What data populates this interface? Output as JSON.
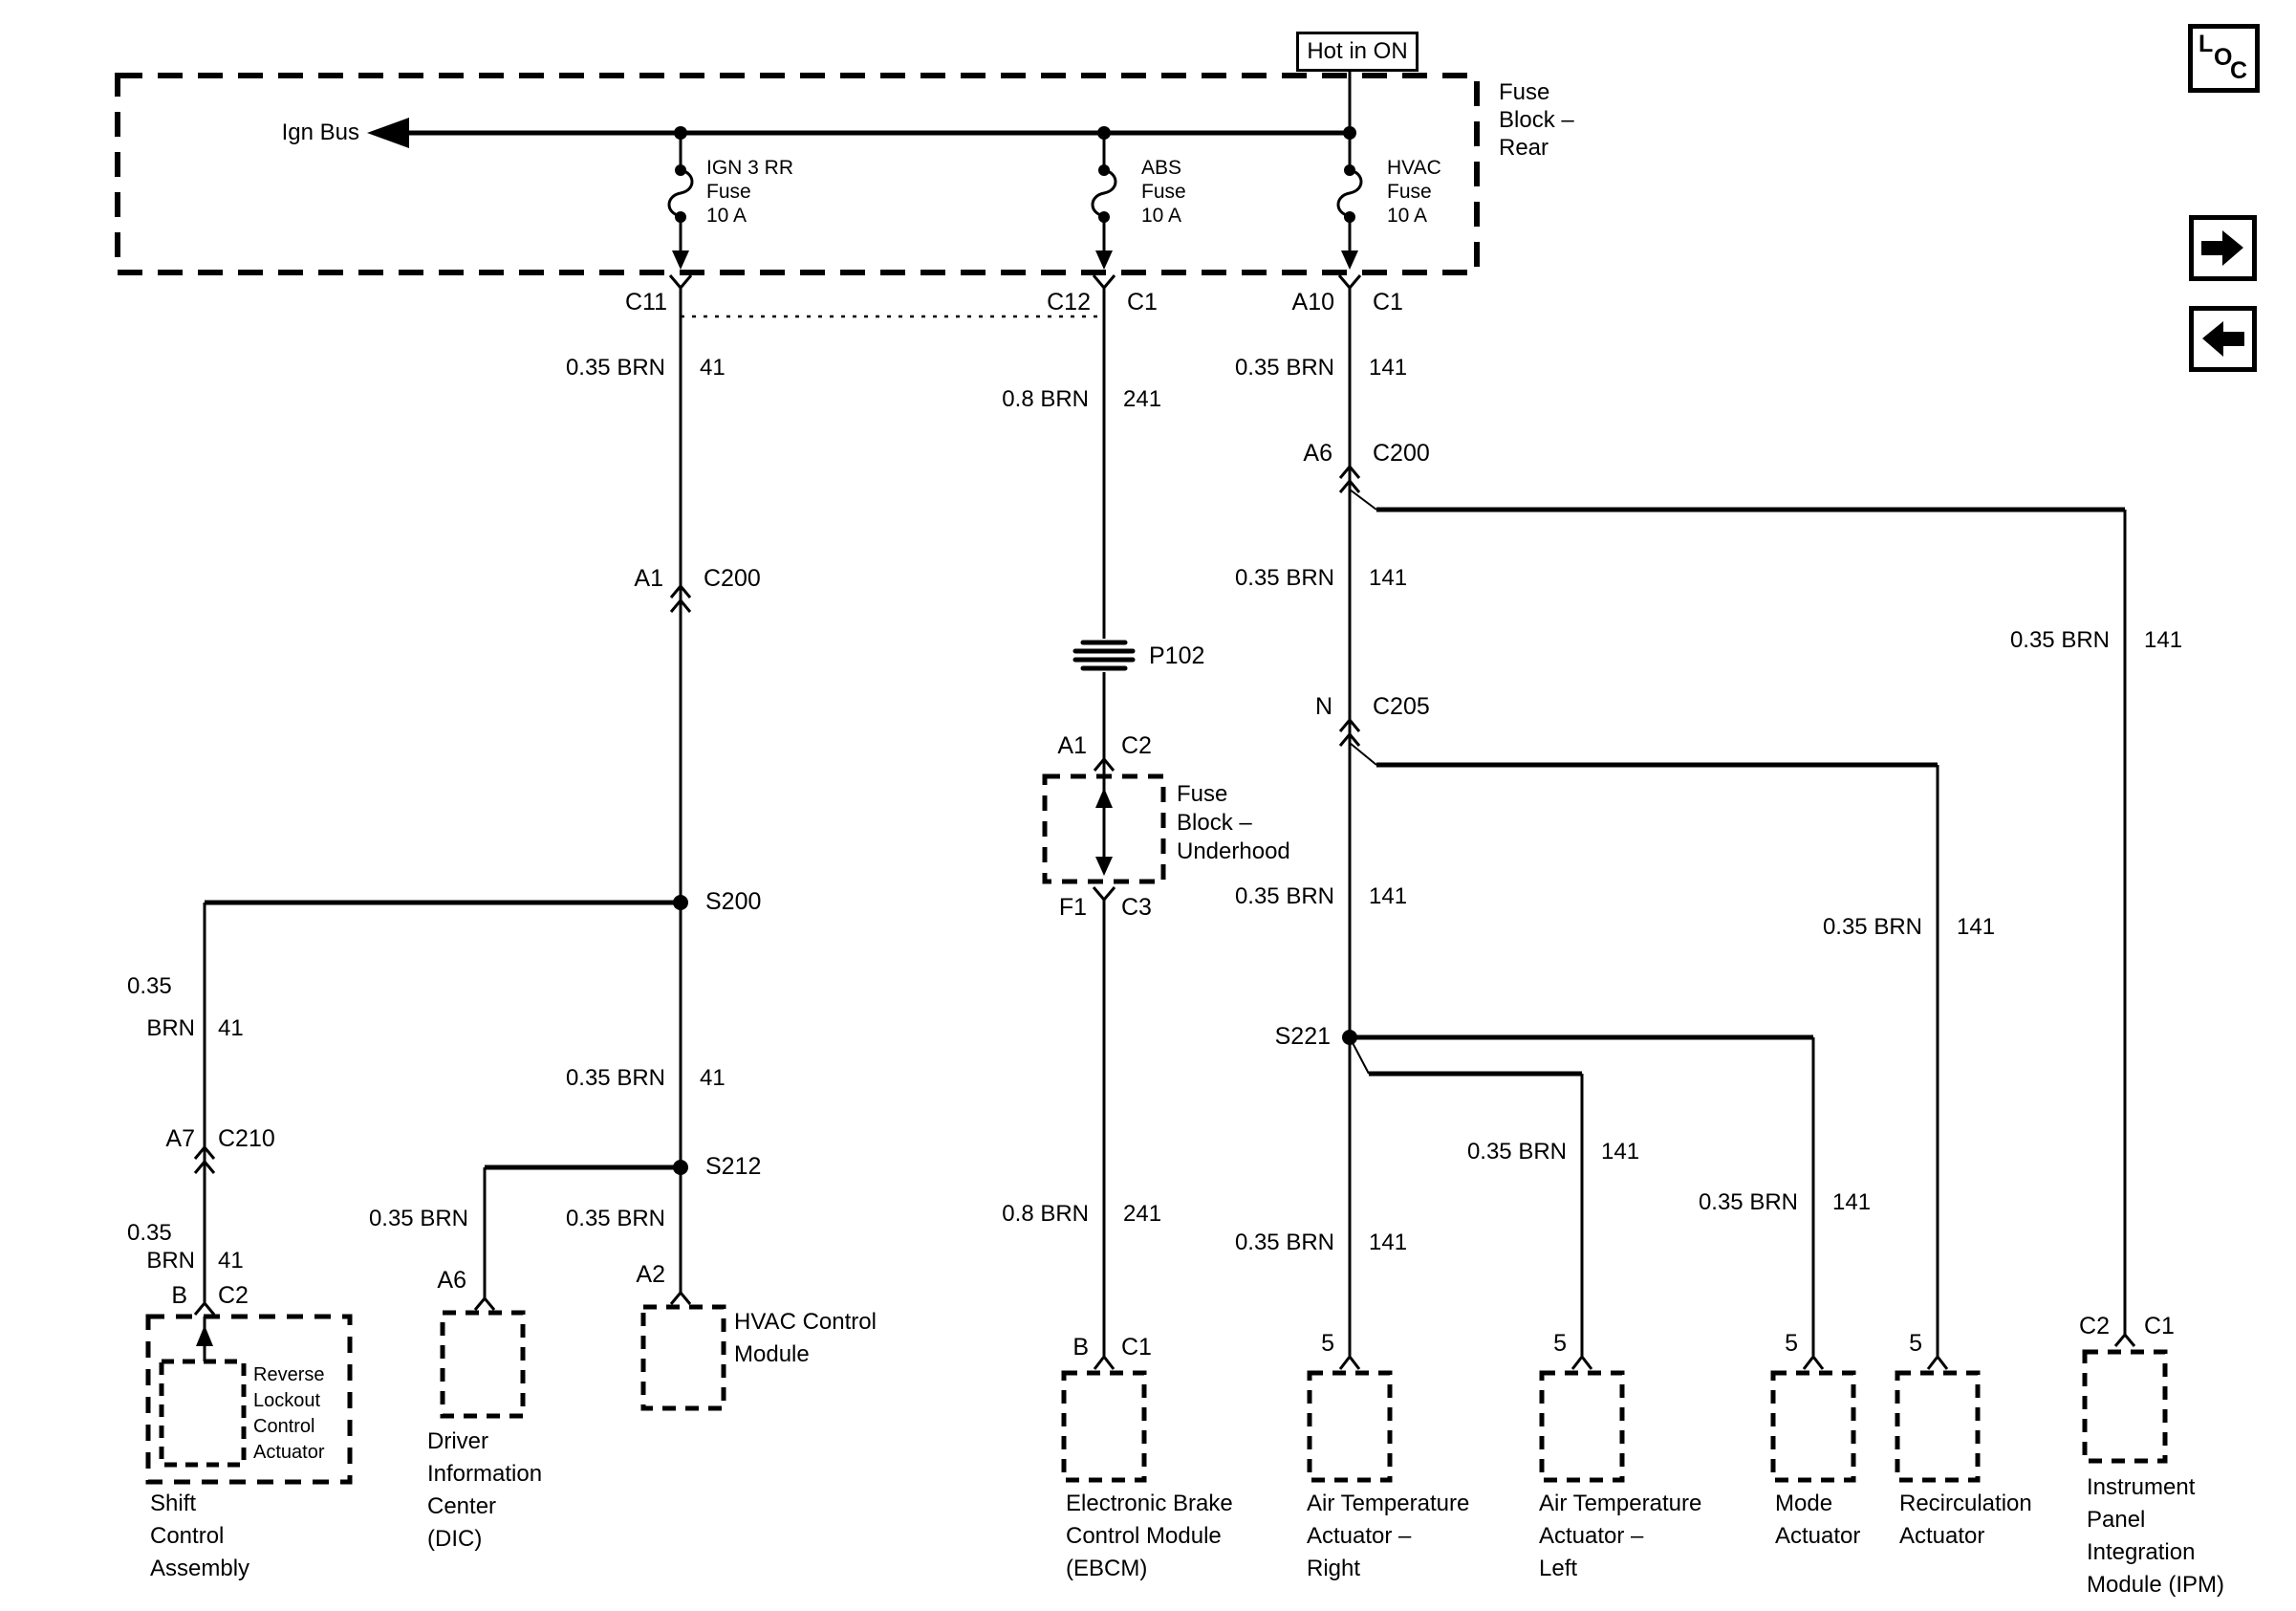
{
  "nav": {
    "loc_letters": [
      "L",
      "O",
      "C"
    ]
  },
  "power": {
    "hot_in_on": "Hot in ON",
    "ign_bus": "Ign Bus",
    "fuse_block_rear": [
      "Fuse",
      "Block –",
      "Rear"
    ],
    "fuses": [
      {
        "name_lines": [
          "IGN 3 RR",
          "Fuse",
          "10 A"
        ]
      },
      {
        "name_lines": [
          "ABS",
          "Fuse",
          "10 A"
        ]
      },
      {
        "name_lines": [
          "HVAC",
          "Fuse",
          "10 A"
        ]
      }
    ]
  },
  "blocks": {
    "underhood": [
      "Fuse",
      "Block –",
      "Underhood"
    ]
  },
  "connectors": {
    "c11": {
      "conn": "C11"
    },
    "c12_c1": {
      "pin": "C12",
      "conn": "C1"
    },
    "a10_c1": {
      "pin": "A10",
      "conn": "C1"
    },
    "a1_c200": {
      "pin": "A1",
      "conn": "C200"
    },
    "a6_c200": {
      "pin": "A6",
      "conn": "C200"
    },
    "n_c205": {
      "pin": "N",
      "conn": "C205"
    },
    "a1_c2": {
      "pin": "A1",
      "conn": "C2"
    },
    "f1_c3": {
      "pin": "F1",
      "conn": "C3"
    },
    "a7_c210": {
      "pin": "A7",
      "conn": "C210"
    },
    "b_c2": {
      "pin": "B",
      "conn": "C2"
    },
    "a6_dic": {
      "pin": "A6"
    },
    "a2_hvac": {
      "pin": "A2"
    },
    "b_c1": {
      "pin": "B",
      "conn": "C1"
    },
    "pin5_atr": {
      "pin": "5"
    },
    "pin5_atl": {
      "pin": "5"
    },
    "pin5_mode": {
      "pin": "5"
    },
    "pin5_recirc": {
      "pin": "5"
    },
    "c2_c1": {
      "pin": "C2",
      "conn": "C1"
    }
  },
  "splices": {
    "s200": "S200",
    "s212": "S212",
    "s221": "S221",
    "p102": "P102"
  },
  "wire_labels": {
    "ign3rr_out": {
      "gauge": "0.35 BRN",
      "circuit": "41"
    },
    "abs_out": {
      "gauge": "0.8 BRN",
      "circuit": "241"
    },
    "hvac_out": {
      "gauge": "0.35 BRN",
      "circuit": "141"
    },
    "a6_c200_down": {
      "gauge": "0.35 BRN",
      "circuit": "141"
    },
    "ipm_branch": {
      "gauge": "0.35 BRN",
      "circuit": "141"
    },
    "c205_down": {
      "gauge": "0.35 BRN",
      "circuit": "141"
    },
    "recirc_branch": {
      "gauge": "0.35 BRN",
      "circuit": "141"
    },
    "s200_down": {
      "gauge": "0.35 BRN",
      "circuit": "41"
    },
    "s200_branch_upper": {
      "gauge_l1": "0.35",
      "gauge_l2": "BRN",
      "circuit": "41"
    },
    "s200_branch_lower": {
      "gauge_l1": "0.35",
      "gauge_l2": "BRN",
      "circuit": "41"
    },
    "dic_branch": {
      "gauge": "0.35 BRN"
    },
    "a2_down": {
      "gauge": "0.35 BRN"
    },
    "ebcm_down": {
      "gauge": "0.8 BRN",
      "circuit": "241"
    },
    "atr_down": {
      "gauge": "0.35 BRN",
      "circuit": "141"
    },
    "atl_branch": {
      "gauge": "0.35 BRN",
      "circuit": "141"
    },
    "mode_branch": {
      "gauge": "0.35 BRN",
      "circuit": "141"
    }
  },
  "modules": {
    "shift": {
      "name_lines": [
        "Shift",
        "Control",
        "Assembly"
      ],
      "sub_lines": [
        "Reverse",
        "Lockout",
        "Control",
        "Actuator"
      ]
    },
    "dic": {
      "name_lines": [
        "Driver",
        "Information",
        "Center",
        "(DIC)"
      ]
    },
    "hvac": {
      "name_lines": [
        "HVAC Control",
        "Module"
      ]
    },
    "ebcm": {
      "name_lines": [
        "Electronic Brake",
        "Control Module",
        "(EBCM)"
      ]
    },
    "atr": {
      "name_lines": [
        "Air Temperature",
        "Actuator –",
        "Right"
      ]
    },
    "atl": {
      "name_lines": [
        "Air Temperature",
        "Actuator –",
        "Left"
      ]
    },
    "mode": {
      "name_lines": [
        "Mode",
        "Actuator"
      ]
    },
    "recirc": {
      "name_lines": [
        "Recirculation",
        "Actuator"
      ]
    },
    "ipm": {
      "name_lines": [
        "Instrument",
        "Panel",
        "Integration",
        "Module (IPM)"
      ]
    }
  }
}
